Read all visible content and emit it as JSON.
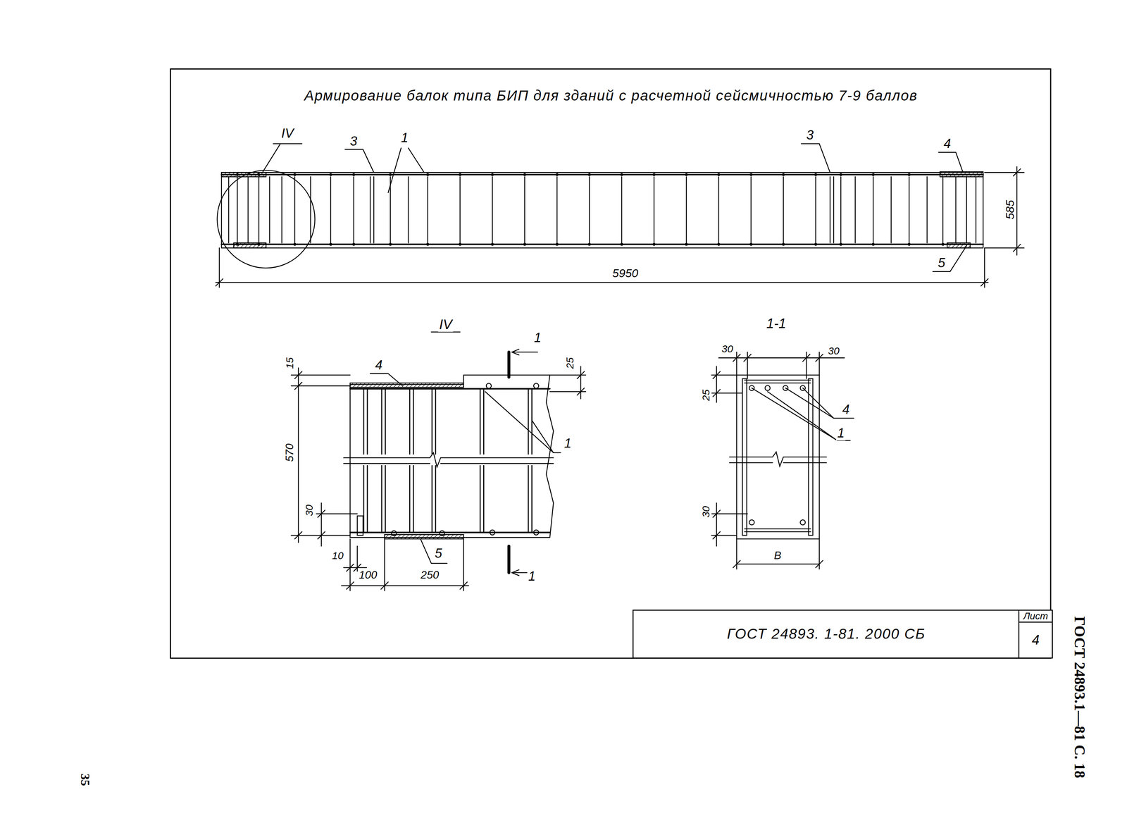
{
  "diagram": {
    "title": "Армирование балок типа БИП для зданий с расчетной сейсмичностью 7-9 баллов",
    "nodes": [
      {
        "text": [
          "ГОСТ 24893. 1-81. 2000 СБ"
        ]
      },
      {
        "text": [
          "Лист",
          "4"
        ]
      }
    ],
    "labels": [
      "IV",
      "3",
      "1",
      "3",
      "4",
      "585",
      "5",
      "5950",
      "IV",
      "1-1",
      "15",
      "4",
      "1",
      "25",
      "570",
      "1",
      "30",
      "10",
      "5",
      "1",
      "100",
      "250",
      "30",
      "30",
      "25",
      "4",
      "1",
      "30",
      "В",
      "ГОСТ 24893.1—81 С. 18",
      "35"
    ]
  }
}
